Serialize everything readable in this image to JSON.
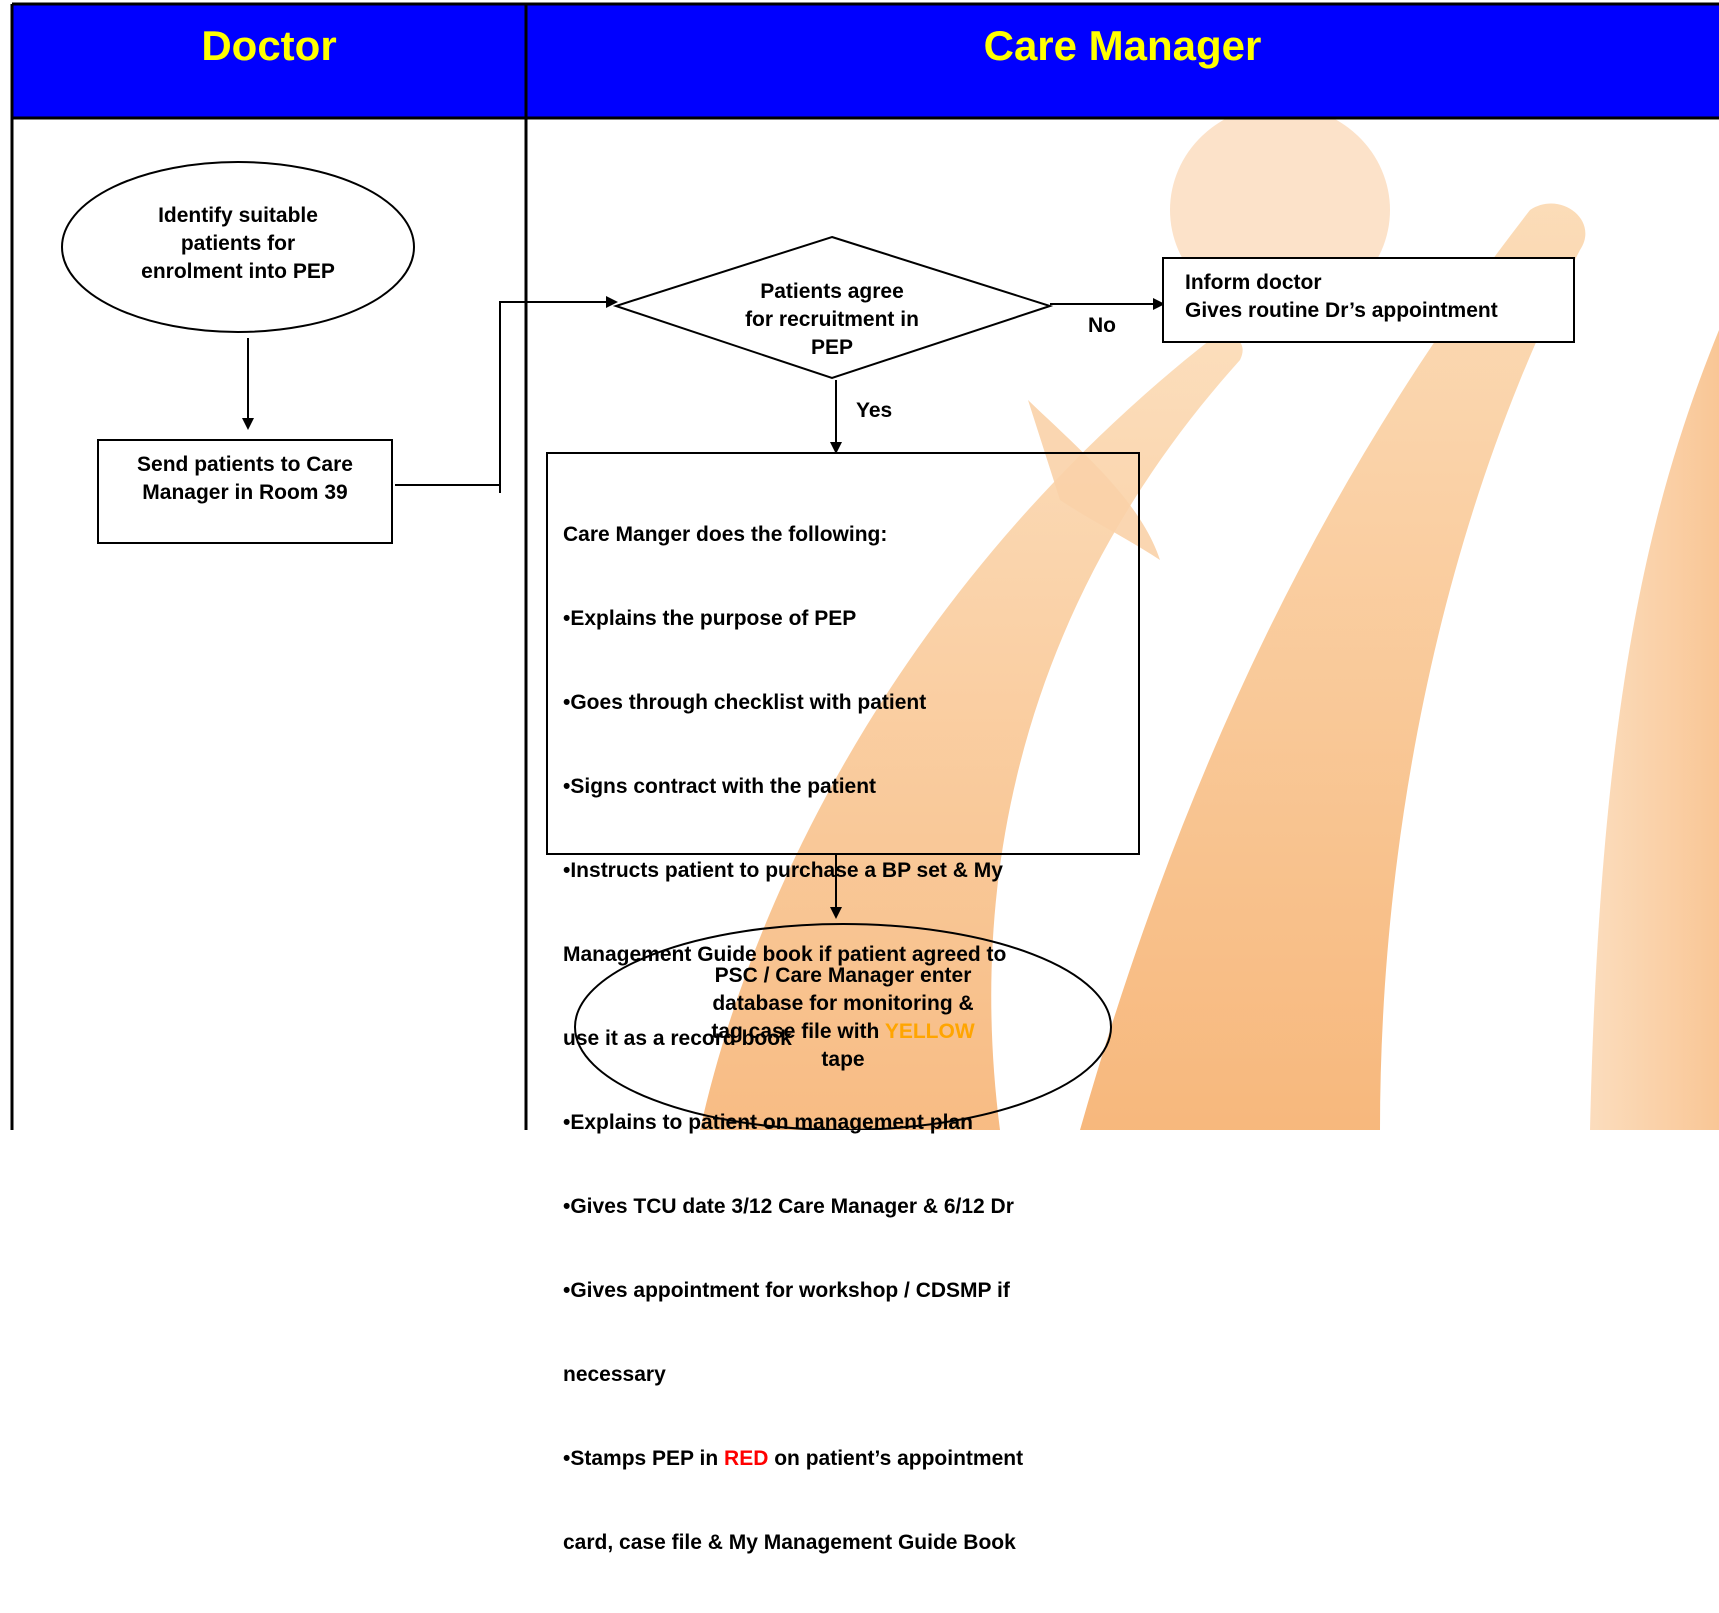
{
  "swimlanes": {
    "doctor": "Doctor",
    "care_manager": "Care Manager"
  },
  "nodes": {
    "identify": [
      "Identify suitable",
      "patients for",
      "enrolment into PEP"
    ],
    "send": [
      "Send patients to Care",
      "Manager in Room 39"
    ],
    "decision": [
      "Patients agree",
      "for recruitment in",
      "PEP"
    ],
    "inform": [
      "Inform doctor",
      "Gives routine Dr’s appointment"
    ],
    "care_steps": {
      "heading": "Care Manger does the following:",
      "items": [
        "•Explains the purpose of PEP",
        "•Goes through checklist with patient",
        "•Signs contract with the patient",
        "•Instructs patient to purchase a BP set & My",
        "  Management Guide book if patient agreed to",
        "  use it as a record book",
        "•Explains to patient on management plan",
        "•Gives TCU date 3/12 Care Manager & 6/12 Dr",
        "•Gives appointment for workshop / CDSMP if",
        "  necessary"
      ],
      "stamp_pre": "•Stamps PEP in ",
      "stamp_red": "RED",
      "stamp_post": " on patient’s appointment",
      "stamp_line2": "  card, case file & My Management Guide Book"
    },
    "psc": {
      "line1": "PSC / Care Manager enter",
      "line2": "database for monitoring &",
      "line3_pre": "tag case file with ",
      "line3_yellow": "YELLOW",
      "line4": "tape"
    }
  },
  "edge_labels": {
    "no": "No",
    "yes": "Yes"
  },
  "colors": {
    "header_bg": "#0000ff",
    "header_text": "#ffff00",
    "watermark": "#f7b97a",
    "red_text": "#ff0000",
    "yellow_text": "#ffa500"
  }
}
